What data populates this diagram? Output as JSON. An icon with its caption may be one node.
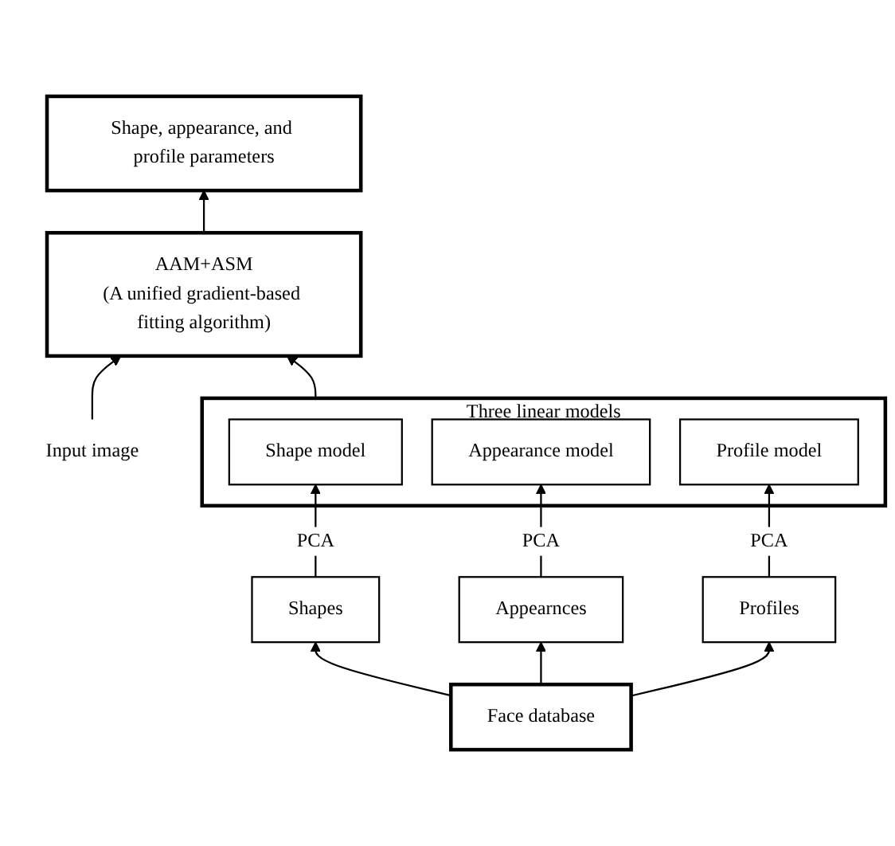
{
  "diagram": {
    "nodes": [
      {
        "text": [
          "Shape, appearance, and profile parameters"
        ]
      },
      {
        "text": [
          "Input image"
        ]
      },
      {
        "text": [
          "AAM+ASM",
          "(A unified gradient-based fitting algorithm)"
        ]
      },
      {
        "text": [
          "Three linear models"
        ]
      },
      {
        "text": [
          "Shape model"
        ],
        "in": 3
      },
      {
        "text": [
          "Appearance model"
        ],
        "in": 3
      },
      {
        "text": [
          "Profile model"
        ],
        "in": 3
      },
      {
        "text": [
          "Shapes"
        ]
      },
      {
        "text": [
          "Appearnces"
        ]
      },
      {
        "text": [
          "Profiles"
        ]
      },
      {
        "text": [
          "Face database"
        ]
      }
    ],
    "edges": [
      {
        "from": 1,
        "to": 2,
        "arrow": "to"
      },
      {
        "from": 2,
        "to": 0,
        "arrow": "to"
      },
      {
        "from": 3,
        "to": 2,
        "arrow": "to"
      },
      {
        "from": 7,
        "to": 4,
        "arrow": "to",
        "label": "PCA"
      },
      {
        "from": 8,
        "to": 5,
        "arrow": "to",
        "label": "PCA"
      },
      {
        "from": 9,
        "to": 6,
        "arrow": "to",
        "label": "PCA"
      },
      {
        "from": 10,
        "to": 7,
        "arrow": "to"
      },
      {
        "from": 10,
        "to": 8,
        "arrow": "to"
      },
      {
        "from": 10,
        "to": 9,
        "arrow": "to"
      }
    ]
  }
}
